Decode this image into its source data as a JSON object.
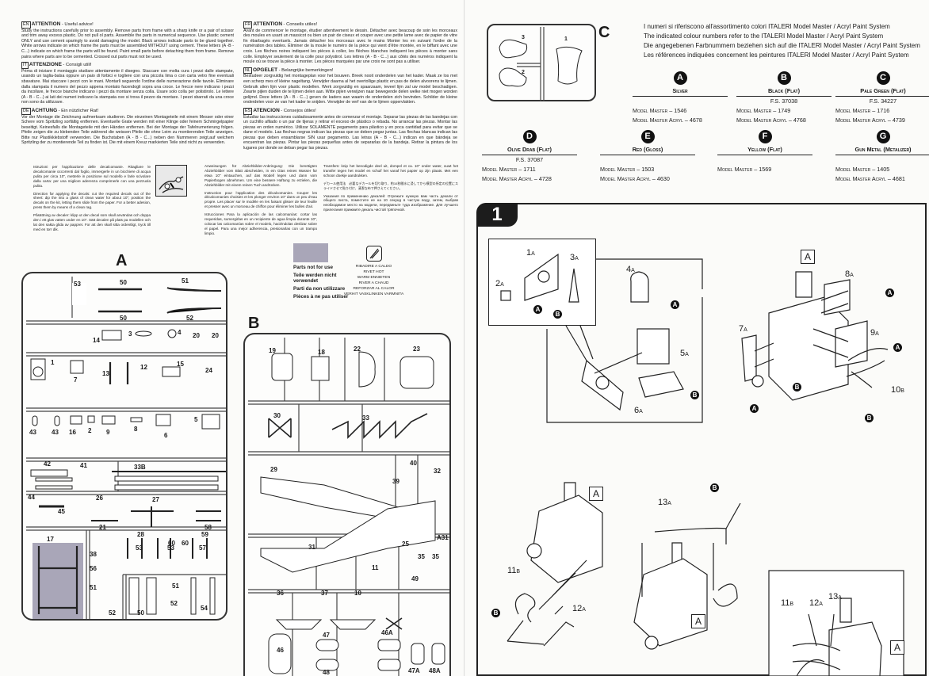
{
  "warnings": [
    {
      "lang": "EN",
      "title": "ATTENTION",
      "subtitle": "- Useful advice!",
      "body": "Study the instructions carefully prior to assembly. Remove parts from frame with a sharp knife or a pair of scissor and trim away excess plastic. Do not pull ol parts. Assemble the parts in numerical sequence. Use plastic cement ONLY and use cement sparingly to avoid damaging the model. Black arrows indicate parts to be glued together. White arrows indicate on which frame the parts must be assembled WITHOUT using cement. These letters (A -B - C...) indicate on which frame the parts will be found. Paint small parts before detaching them from frame. Remove pains where parts are to be cemented. Crossed out parts must not be used."
    },
    {
      "lang": "IT",
      "title": "ATTENZIONE",
      "subtitle": "- Consigli utili!",
      "body": "Prima di iniziare il montaggio studiare attentamente il disegno. Staccare con molta cura i pezzi dalle stampate, usando un taglia-balsa oppure un paio di forbici e togliere con una piccola lima o con carta vetro fine eventuali sbavature. Mai staccare i pezzi con le mani. Montarli seguendo l'ordine delle numerazione delle tavole. Eliminare dalla stampata il numero del pezzo appena montato facendogli sopra una croce. Le frecce nere indicano i pezzi da incollare, le frecce bianche indicano i pezzi da montare senza colla. Usare solo colla per polistirolo. Le lettere (A - B - C...) ai lati dei numeri indicano la stampata ove si trova il pezzo da montare. I pezzi sbarrati da una croce non sono da utilizzare."
    },
    {
      "lang": "DE",
      "title": "ACHTUNG",
      "subtitle": "- Ein nützlicher Rat!",
      "body": "Vor der Montage die Zeichnung aufmerksam studieren. Die einzeinen Montageteile mit einem Messer oder einer Schere vom Spritzling sorfältig entfernen. Eventuelle Grate werden mit einer Klinge oder feinem Schmirgelpapier beseitigt. Keinesfalls die Montageteile mit den Händen entfernen. Bei der Montage der Tafelnumerierung folgen. Pfeile zeigen die zu klebenden Teile während die weissen Pfeile die ohne Leim zu montierenden Teile anzeigen. Bitte nur Plastikklebstoff verwenden. Die Buchstaben (A - B - C...) neben den Nummeren zeigt,auf welchem Spritzling der zu montierende Teil zu finden ist. Die mit einem Kreuz markierten Teile sind nicht zu verwenden."
    },
    {
      "lang": "FR",
      "title": "ATTENTION",
      "subtitle": "- Conseils utiles!",
      "body": "Avant de commencer le montage, étudier attentivement le dessin. Détacher avec beacoup de soin les morceaux des moules en usant un massicot ou bien un pair de ciseux et couper avec une petite lame avec de papier de vitre fin ébarbagés eventuels. Jamais détacher les morceaux avec le mains Monter les en suivant l'ordre de la numération des tables. Éliminer de la moule le numéro de la pièce qui vient d'être montée, en le biffant avec une croix. Les flèches noires indiquent les pièces à coller, les flèches blanches indiquent les pièces à monter sans colle. Employer seulement de la colle pour polystirol. Les lettres (A - B - C...) aux côtés des numéros indiquent la moule où se trouve la pièce à monter. Les pièces marquées par une croix ne sont pas a utiliser."
    },
    {
      "lang": "NL",
      "title": "OPGELET",
      "subtitle": "- Belangrijke bemerkingen!",
      "body": "Bestudeer zorgvuldig het montageplan voor het bouwen. Breek nooit onderdelen van het kader. Maak ze los met een scherp mes of kleine nageltang. Verwijder daarna al het overtollige plastic en pas de delen alvoorens te lijmen. Gebruik allen lijm voor plastic modellen. Werk zorgvuldig en spaarzaam, teveel lijm zal uw model beschadigen. Zwarte pijlen duiden de te lijmen delen aan. Witte pijlen verwijzen naar bewegende delen welke niet mogen worden gelijmd. Deze letters (A - B - C...) geven de kaders aan waarin de onderdelen zich bevinden. Schilder de kleine onderdelen voor ze van het kader te snijden. Verwijder de verf van de te lijmen oppervlakten."
    },
    {
      "lang": "ES",
      "title": "ATENCION",
      "subtitle": "- Consejos útiles!",
      "body": "Estudiar las instrucciones cuidadosamente antes de comenzar el montaje. Separar las piezas de las bandejas con un cuchillo afilado o un par de tijeras y retirar el exceso de plástico o rebada. No arrancar las piezas. Montar las piezas en orden numérico. Utilizar SOLAMENTE pegamento para plástico y en poca cantidad para evitar que se dane el modelo. Las flechas negras indican las piezas que se deben pegar juntas. Las flechas blancas indican las piezas que deben ensamblarse SIN usar pegamento. Las letras (A - B - C...) indican en que bándeja se encuentran las piezas. Pintar las piezas pequeñas antes de separarlas de la bandeja. Retirar la pintura de los lugares por donde se deban pegar las piezas."
    }
  ],
  "decals": {
    "col1": [
      "Istruzioni per l'applicazione delle decalcomanie. Ritagliare le decalcomanie occorrenti dal foglio, immergerle in un bicchiere di acqua pulita per circa 10\", metterle in posizione sul modello e farle scivolare dalla carta: per una migliore aderenza comprimerle con una pezzuola pulita.",
      "Direction for applying the decals: cut the required decals out of the sheet: dip the into a glass of clean water for about 10\"; position the decals on the kit, letting them slide from the paper. For a better adesion, press them by means of a clean rag.",
      "Påsättning av decaler: klipp ut den decal som skall användas och doppa den i ett glas vatten under en 10\". Sätt decalen på plats pa modellen och lat den sakta glida av pappret. For att den skall sitta ordentligt, tryck till med en torr dik."
    ],
    "col2": [
      "Anweisungen für Abziehbilder-Anbringung: Die benötigten Abziehbilder vom Blatt abscheiden, in ein Glas reines Wasser für etwa 10\" eintauchen, auf das Modell legen und dann vom Papierbogen abnehmen. Um eine bessere Haftung zu erzielen, die Abziehbilder mit einem reinen Tuch andrücken.",
      "Instruction pour l'application des décalcomanies. Couper les décalcomanies choisies et les plonger environ 10\" dans un peu d'eau propre. Les placer sur le modèle en les faisant glisser de leur feuille et presser avec un morceau de chiffon pour éliminer les bulles d'air.",
      "Istrucciones Para la aplicación de las calcomanías: cortar las requeridas, sumergirlas en un recipiente de agua limpia durante 10\", colocar las calcomanías sobre el modelo, haciéndolas deslizar sobre el papel. Para una mejor adherencia, presionarlas con un trampo limpio."
    ],
    "col3": [
      "Transfers: knip het benodigde deel uit, dompel et ca. 10\" onder water, ouwt het transfer tegen het model en schuif het vanaf het papier op zijn plaats. Met een schoon doekje aandrukken.",
      "デカール使用法　必要なデカールを切り取り、約10秒間水に浸してから模型の所定の位置にスライドさせて貼り付け、清潔な布で押さえてください。",
      "Указания по применению декалей: Отрежьте нужную вам часть декали от общего листа, поместите ее на 10 секунд в чистую воду, затем, выбрав необходимое место на модели, передвиньте туда изображение. Для лучшего прилегания прижмите декаль чистой тряпочкой."
    ]
  },
  "legend": {
    "not_for_use": [
      "Parts not for use",
      "Teile werden nicht verwendet",
      "Parti da non utilizzare",
      "Pièces à ne pas utiliser"
    ],
    "rivet_hot": [
      "RIBADIRE A CALDO",
      "RIVET HOT",
      "WARM ENNIETEN",
      "RIVER A CHAUD",
      "REFORZAR AL CALOR",
      "VERHIT VASKLINKEN VARMNITA"
    ]
  },
  "sprues": {
    "A": {
      "letter": "A",
      "parts": [
        "53",
        "50",
        "51",
        "50",
        "52",
        "14",
        "3",
        "4",
        "20",
        "20",
        "1",
        "7",
        "13",
        "12",
        "15",
        "24",
        "43",
        "43",
        "16",
        "2",
        "9",
        "8",
        "6",
        "5",
        "42",
        "41",
        "33B",
        "44",
        "26",
        "27",
        "45",
        "17",
        "21",
        "28",
        "60",
        "60",
        "59",
        "58",
        "38",
        "55",
        "53",
        "53",
        "57",
        "56",
        "51",
        "51",
        "52",
        "50",
        "54",
        "52"
      ]
    },
    "B": {
      "letter": "B",
      "parts": [
        "19",
        "18",
        "22",
        "23",
        "30",
        "33",
        "29",
        "39",
        "40",
        "32",
        "31",
        "25",
        "35",
        "35",
        "A31",
        "36",
        "37",
        "10",
        "11",
        "49",
        "46",
        "47",
        "48",
        "46A",
        "47A",
        "48A"
      ]
    },
    "C": {
      "letter": "C",
      "parts": [
        "1",
        "2",
        "3"
      ]
    }
  },
  "paint_intro": [
    "I numeri si riferiscono all'assortimento colori ITALERI Model Master / Acryl Paint System",
    "The indicated colour numbers refer to the ITALERI Model Master / Acryl Paint System",
    "Die angegebenen Farbnummern beziehen sich auf die ITALERI Model Master / Acryl Paint System",
    "Les références indiquées concernent les peintures ITALERI Model Master / Acryl Paint System"
  ],
  "paints": [
    {
      "code": "A",
      "name": "Silver",
      "fs": "",
      "mm": "Model Master – 1546",
      "acryl": "Model Master Acryl – 4678"
    },
    {
      "code": "B",
      "name": "Black (Flat)",
      "fs": "F.S. 37038",
      "mm": "Model Master – 1749",
      "acryl": "Model Master Acryl – 4768"
    },
    {
      "code": "C",
      "name": "Pale Green (Flat)",
      "fs": "F.S. 34227",
      "mm": "Model Master – 1716",
      "acryl": "Model Master Acryl – 4739"
    },
    {
      "code": "D",
      "name": "Olive Drab (Flat)",
      "fs": "F.S. 37087",
      "mm": "Model Master – 1711",
      "acryl": "Model Master Acryl – 4728"
    },
    {
      "code": "E",
      "name": "Red (Gloss)",
      "fs": "",
      "mm": "Model Master – 1503",
      "acryl": "Model Master Acryl – 4630"
    },
    {
      "code": "F",
      "name": "Yellow (Flat)",
      "fs": "",
      "mm": "Model Master – 1569",
      "acryl": ""
    },
    {
      "code": "G",
      "name": "Gun Metal (Metalizer)",
      "fs": "",
      "mm": "Model Master – 1405",
      "acryl": "Model Master Acryl – 4681"
    }
  ],
  "step": {
    "number": "1",
    "callouts": {
      "p1": "1",
      "p1s": "A",
      "p2": "2",
      "p2s": "A",
      "p3": "3",
      "p3s": "A",
      "p4": "4",
      "p4s": "A",
      "p5": "5",
      "p5s": "A",
      "p6": "6",
      "p6s": "A",
      "p7": "7",
      "p7s": "A",
      "p8": "8",
      "p8s": "A",
      "p9": "9",
      "p9s": "A",
      "p10": "10",
      "p10s": "B",
      "p11": "11",
      "p11s": "B",
      "p12": "12",
      "p12s": "A",
      "p13": "13",
      "p13s": "A"
    },
    "sprue_box": "A",
    "color_a": "A",
    "color_b": "B"
  }
}
